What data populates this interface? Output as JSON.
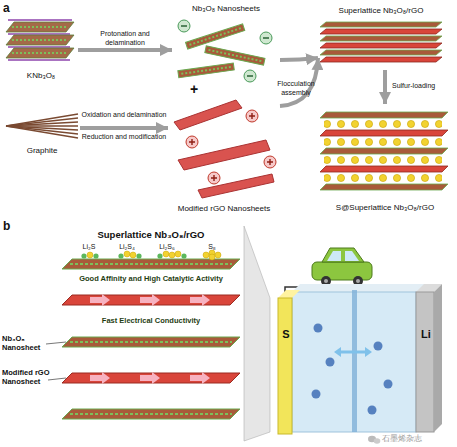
{
  "diagram": {
    "nodes": [
      {
        "text": [
          "KNb₃O₈"
        ]
      },
      {
        "text": [
          "Nb₃O₈ Nanosheets"
        ]
      },
      {
        "text": [
          "Superlattice Nb₃O₈/rGO"
        ]
      },
      {
        "text": [
          "Graphite"
        ]
      },
      {
        "text": [
          "Modified rGO Nanosheets"
        ]
      },
      {
        "text": [
          "S@Superlattice Nb₃O₈/rGO"
        ]
      },
      {
        "text": [
          "Superlattice Nb₃O₈/rGO",
          "Good Affinity and High Catalytic Activity",
          "Fast Electrical Conductivity"
        ]
      },
      {
        "text": [
          "S",
          "Li"
        ]
      }
    ],
    "edges": [
      {
        "from": 0,
        "to": 1,
        "arrow": "to",
        "label": "Protonation and delamination"
      },
      {
        "from": 3,
        "to": 4,
        "arrow": "to",
        "label": "Oxidation and delamination"
      },
      {
        "from": 1,
        "to": 2,
        "arrow": "to"
      },
      {
        "from": 4,
        "to": 2,
        "arrow": "to",
        "label": "Flocculation assembly"
      },
      {
        "from": 2,
        "to": 5,
        "arrow": "to",
        "label": "Sulfur-loading"
      },
      {
        "from": 6,
        "to": 7,
        "arrow": "none"
      }
    ],
    "labels": [
      "a",
      "+",
      "Reduction and modification",
      "b",
      "Li₂S",
      "Li₂S₄",
      "Li₂S₆",
      "S₈",
      "Nb₃O₈ Nanosheet",
      "Modified rGO Nanosheet",
      "石墨烯杂志"
    ]
  }
}
